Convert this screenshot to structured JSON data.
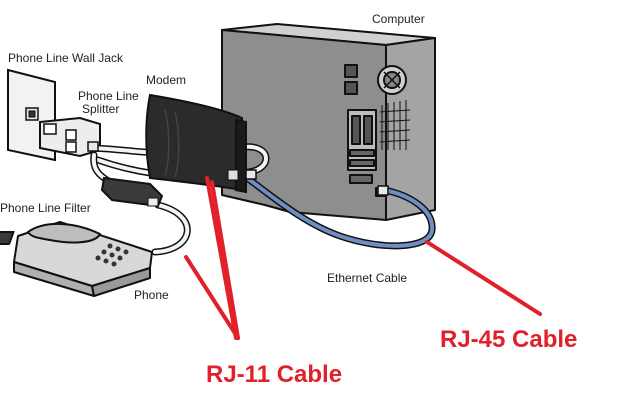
{
  "labels": {
    "computer": "Computer",
    "wall_jack": "Phone Line Wall Jack",
    "modem": "Modem",
    "splitter_line1": "Phone Line",
    "splitter_line2": "Splitter",
    "filter": "Phone Line Filter",
    "phone": "Phone",
    "ethernet": "Ethernet Cable"
  },
  "callouts": {
    "rj11": "RJ-11 Cable",
    "rj45": "RJ-45 Cable"
  },
  "colors": {
    "callout_red": "#e0202a",
    "ethernet_blue": "#6f8fc2",
    "modem_dark": "#2b2b2b",
    "tower_gray": "#9a9a9a",
    "cable_light": "#f4f4f4"
  }
}
